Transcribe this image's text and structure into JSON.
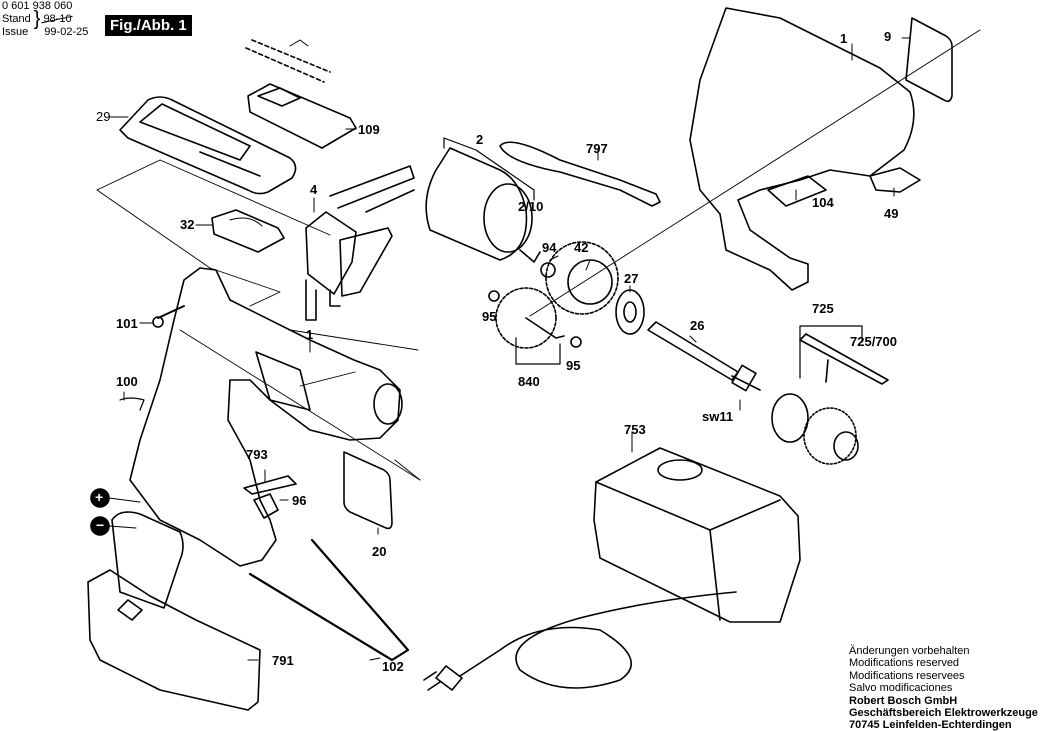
{
  "header": {
    "document_number": "0 601 938 060",
    "stand_label": "Stand",
    "issue_label": "Issue",
    "stand_value_struck": "98-10",
    "issue_value": "99-02-25",
    "figure_label": "Fig./Abb. 1"
  },
  "part_labels": {
    "p29": "29",
    "p109": "109",
    "p32": "32",
    "p4": "4",
    "p2": "2",
    "p2_10": "2/10",
    "p797": "797",
    "p1_top": "1",
    "p9": "9",
    "p104": "104",
    "p49": "49",
    "p94": "94",
    "p42": "42",
    "p27": "27",
    "p95_a": "95",
    "p95_b": "95",
    "p840": "840",
    "p26": "26",
    "p725": "725",
    "p725_700": "725/700",
    "psw11": "sw11",
    "p101": "101",
    "p1_housing": "1",
    "p100": "100",
    "p793": "793",
    "p96": "96",
    "p20": "20",
    "p753": "753",
    "p791": "791",
    "p102": "102"
  },
  "polarity": {
    "plus": "+",
    "minus": "−"
  },
  "footer": {
    "lines": [
      "Änderungen vorbehalten",
      "Modifications reserved",
      "Modifications reservees",
      "Salvo modificaciones"
    ],
    "company": "Robert Bosch GmbH",
    "division": "Geschäftsbereich Elektrowerkzeuge",
    "address": "70745 Leinfelden-Echterdingen"
  }
}
